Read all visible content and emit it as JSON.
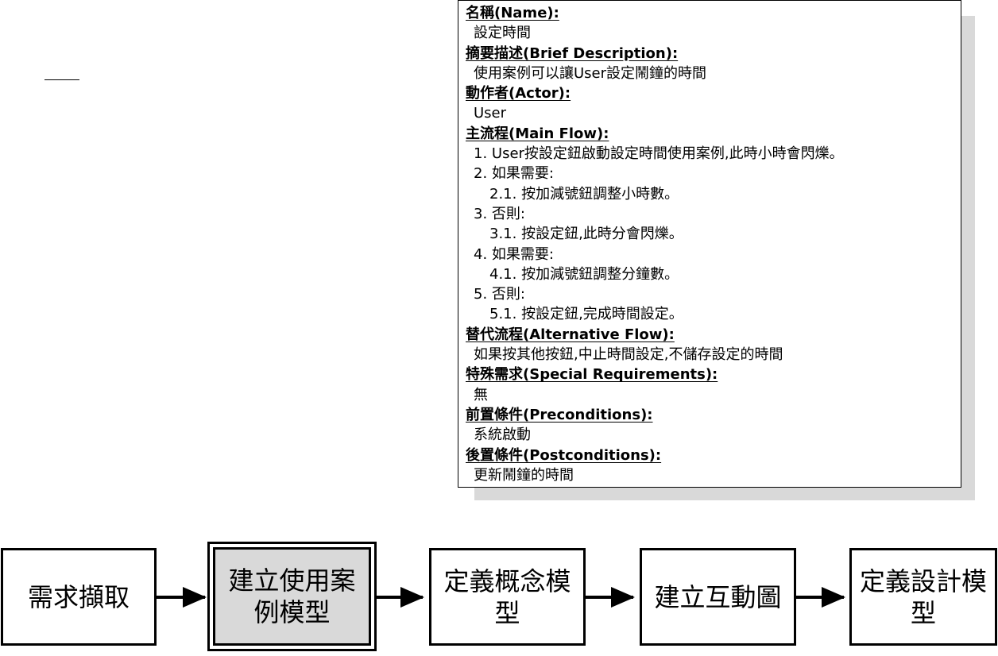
{
  "spec": {
    "name_heading": "名稱(Name):",
    "name_value": "設定時間",
    "desc_heading": "摘要描述(Brief Description):",
    "desc_value": "使用案例可以讓User設定鬧鐘的時間",
    "actor_heading": "動作者(Actor):",
    "actor_value": "User",
    "main_heading": "主流程(Main Flow):",
    "main_steps": [
      "1. User按設定鈕啟動設定時間使用案例,此時小時會閃爍。",
      "2. 如果需要:",
      "2.1. 按加減號鈕調整小時數。",
      "3. 否則:",
      "3.1. 按設定鈕,此時分會閃爍。",
      "4. 如果需要:",
      "4.1. 按加減號鈕調整分鐘數。",
      "5. 否則:",
      "5.1. 按設定鈕,完成時間設定。"
    ],
    "alt_heading": "替代流程(Alternative Flow):",
    "alt_value": "如果按其他按鈕,中止時間設定,不儲存設定的時間",
    "special_heading": "特殊需求(Special Requirements):",
    "special_value": "無",
    "pre_heading": "前置條件(Preconditions):",
    "pre_value": "系統啟動",
    "post_heading": "後置條件(Postconditions):",
    "post_value": "更新鬧鐘的時間"
  },
  "flow": {
    "steps": [
      {
        "line1": "需求擷取",
        "line2": ""
      },
      {
        "line1": "建立使用案",
        "line2": "例模型"
      },
      {
        "line1": "定義概念模",
        "line2": "型"
      },
      {
        "line1": "建立互動圖",
        "line2": ""
      },
      {
        "line1": "定義設計模",
        "line2": "型"
      }
    ],
    "highlight_color": "#d9d9d9"
  }
}
